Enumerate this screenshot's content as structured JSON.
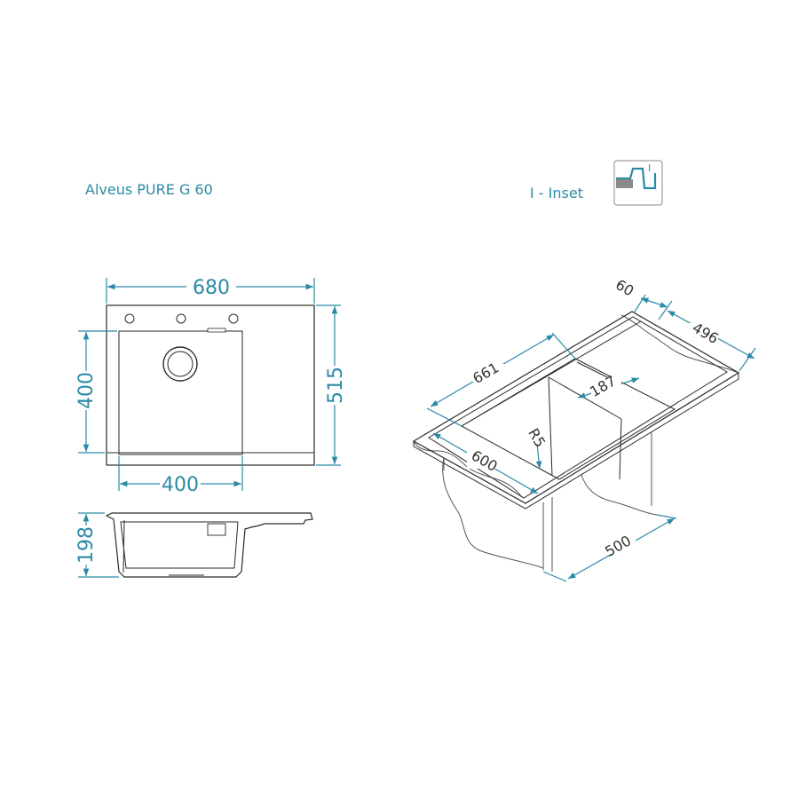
{
  "product": {
    "title": "Alveus PURE G 60"
  },
  "installation": {
    "label": "I - Inset",
    "icon_letter": "I"
  },
  "top_view": {
    "width": "680",
    "depth": "515",
    "bowl_depth": "400",
    "bowl_width": "400"
  },
  "side_view": {
    "height": "198"
  },
  "iso_view": {
    "rim": "60",
    "drainer": "496",
    "length": "661",
    "bowl_width": "187",
    "radius": "R5",
    "cutout_length": "600",
    "cutout_depth": "500"
  },
  "colors": {
    "dimension": "#2b8aa6",
    "outline": "#2a2a2a"
  }
}
